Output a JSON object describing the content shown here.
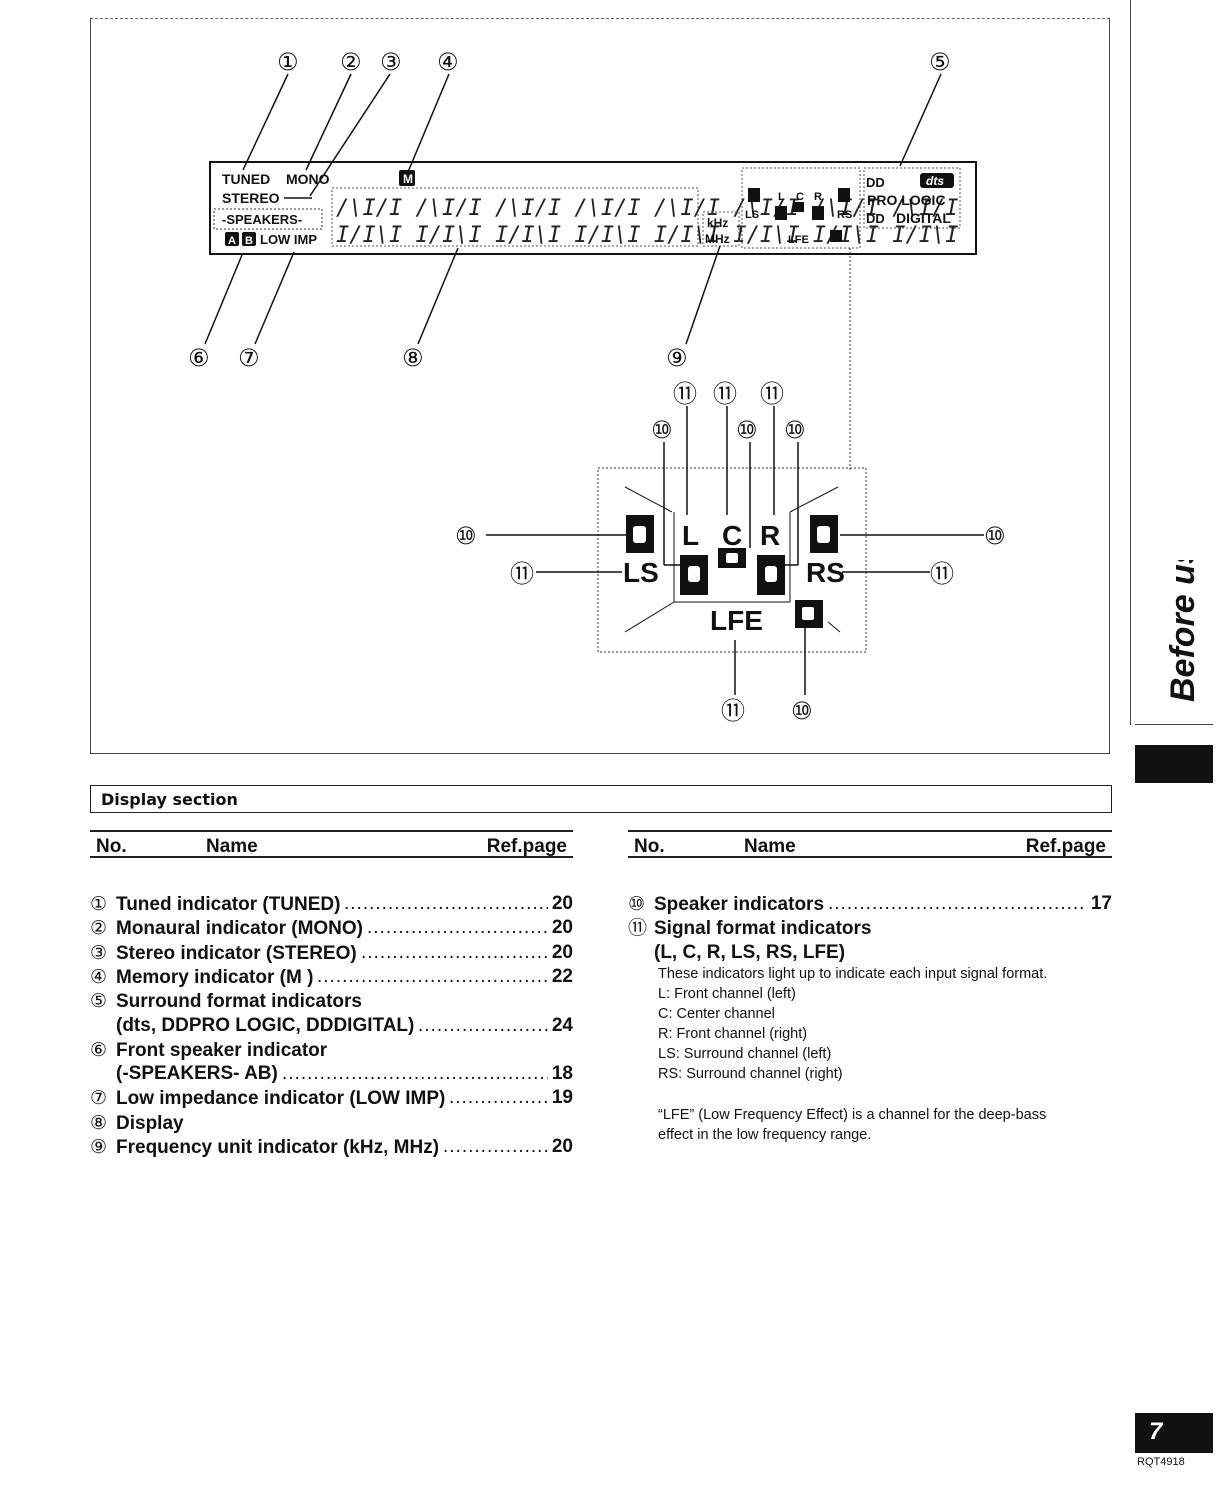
{
  "diagram": {
    "callout_numbers": [
      "①",
      "②",
      "③",
      "④",
      "⑤",
      "⑥",
      "⑦",
      "⑧",
      "⑨",
      "⑩",
      "⑪"
    ],
    "lcd": {
      "tuned": "TUNED",
      "mono": "MONO",
      "stereo": "STEREO",
      "speakers": "-SPEAKERS-",
      "speaker_a": "A",
      "speaker_b": "B",
      "low_imp": "LOW IMP",
      "memory": "M",
      "khz": "kHz",
      "mhz": "MHz",
      "pro_logic": "PRO LOGIC",
      "digital": "DIGITAL",
      "dts": "dts",
      "dolby_glyph": "DD",
      "ch_l": "L",
      "ch_c": "C",
      "ch_r": "R",
      "ch_ls": "LS",
      "ch_rs": "RS",
      "ch_lfe": "LFE",
      "segment_top": "/\\I/I /\\I/I /\\I/I /\\I/I /\\I/I /\\I/I /\\I/I /\\I/I",
      "segment_bottom": "I/I\\I I/I\\I I/I\\I I/I\\I I/I\\I I/I\\I I/I\\I I/I\\I"
    }
  },
  "section": {
    "title": "Display section"
  },
  "table_header": {
    "no": "No.",
    "name": "Name",
    "ref": "Ref.page"
  },
  "left_entries": [
    {
      "num": "①",
      "text": "Tuned indicator (TUNED)",
      "page": "20"
    },
    {
      "num": "②",
      "text": "Monaural indicator (MONO)",
      "page": "20"
    },
    {
      "num": "③",
      "text": "Stereo indicator (STEREO)",
      "page": "20"
    },
    {
      "num": "④",
      "text": "Memory indicator (M )",
      "page": "22"
    },
    {
      "num": "⑤",
      "text": "Surround format indicators",
      "page": ""
    },
    {
      "num": "",
      "text": "(dts, DDPRO LOGIC, DDDIGITAL)",
      "page": "24"
    },
    {
      "num": "⑥",
      "text": "Front speaker indicator",
      "page": ""
    },
    {
      "num": "",
      "text": "(-SPEAKERS- AB)",
      "page": "18"
    },
    {
      "num": "⑦",
      "text": "Low impedance indicator (LOW IMP)",
      "page": "19"
    },
    {
      "num": "⑧",
      "text": "Display",
      "page": ""
    },
    {
      "num": "⑨",
      "text": "Frequency unit indicator (kHz, MHz)",
      "page": "20"
    }
  ],
  "right_entries": [
    {
      "num": "⑩",
      "text": "Speaker indicators",
      "page": "17"
    },
    {
      "num": "⑪",
      "text": "Signal format indicators",
      "page": ""
    },
    {
      "num": "",
      "text": "(L, C, R, LS, RS, LFE)",
      "page": ""
    }
  ],
  "right_notes": [
    "These indicators light up to indicate each input signal format.",
    "L: Front channel (left)",
    "C: Center channel",
    "R: Front channel (right)",
    "LS: Surround channel (left)",
    "RS: Surround channel (right)"
  ],
  "lfe_note": [
    "“LFE” (Low Frequency Effect) is a channel for the deep-bass",
    "effect in the low frequency range."
  ],
  "side_tab": {
    "label": "Before use"
  },
  "page_number": "7",
  "doc_code": "RQT4918"
}
